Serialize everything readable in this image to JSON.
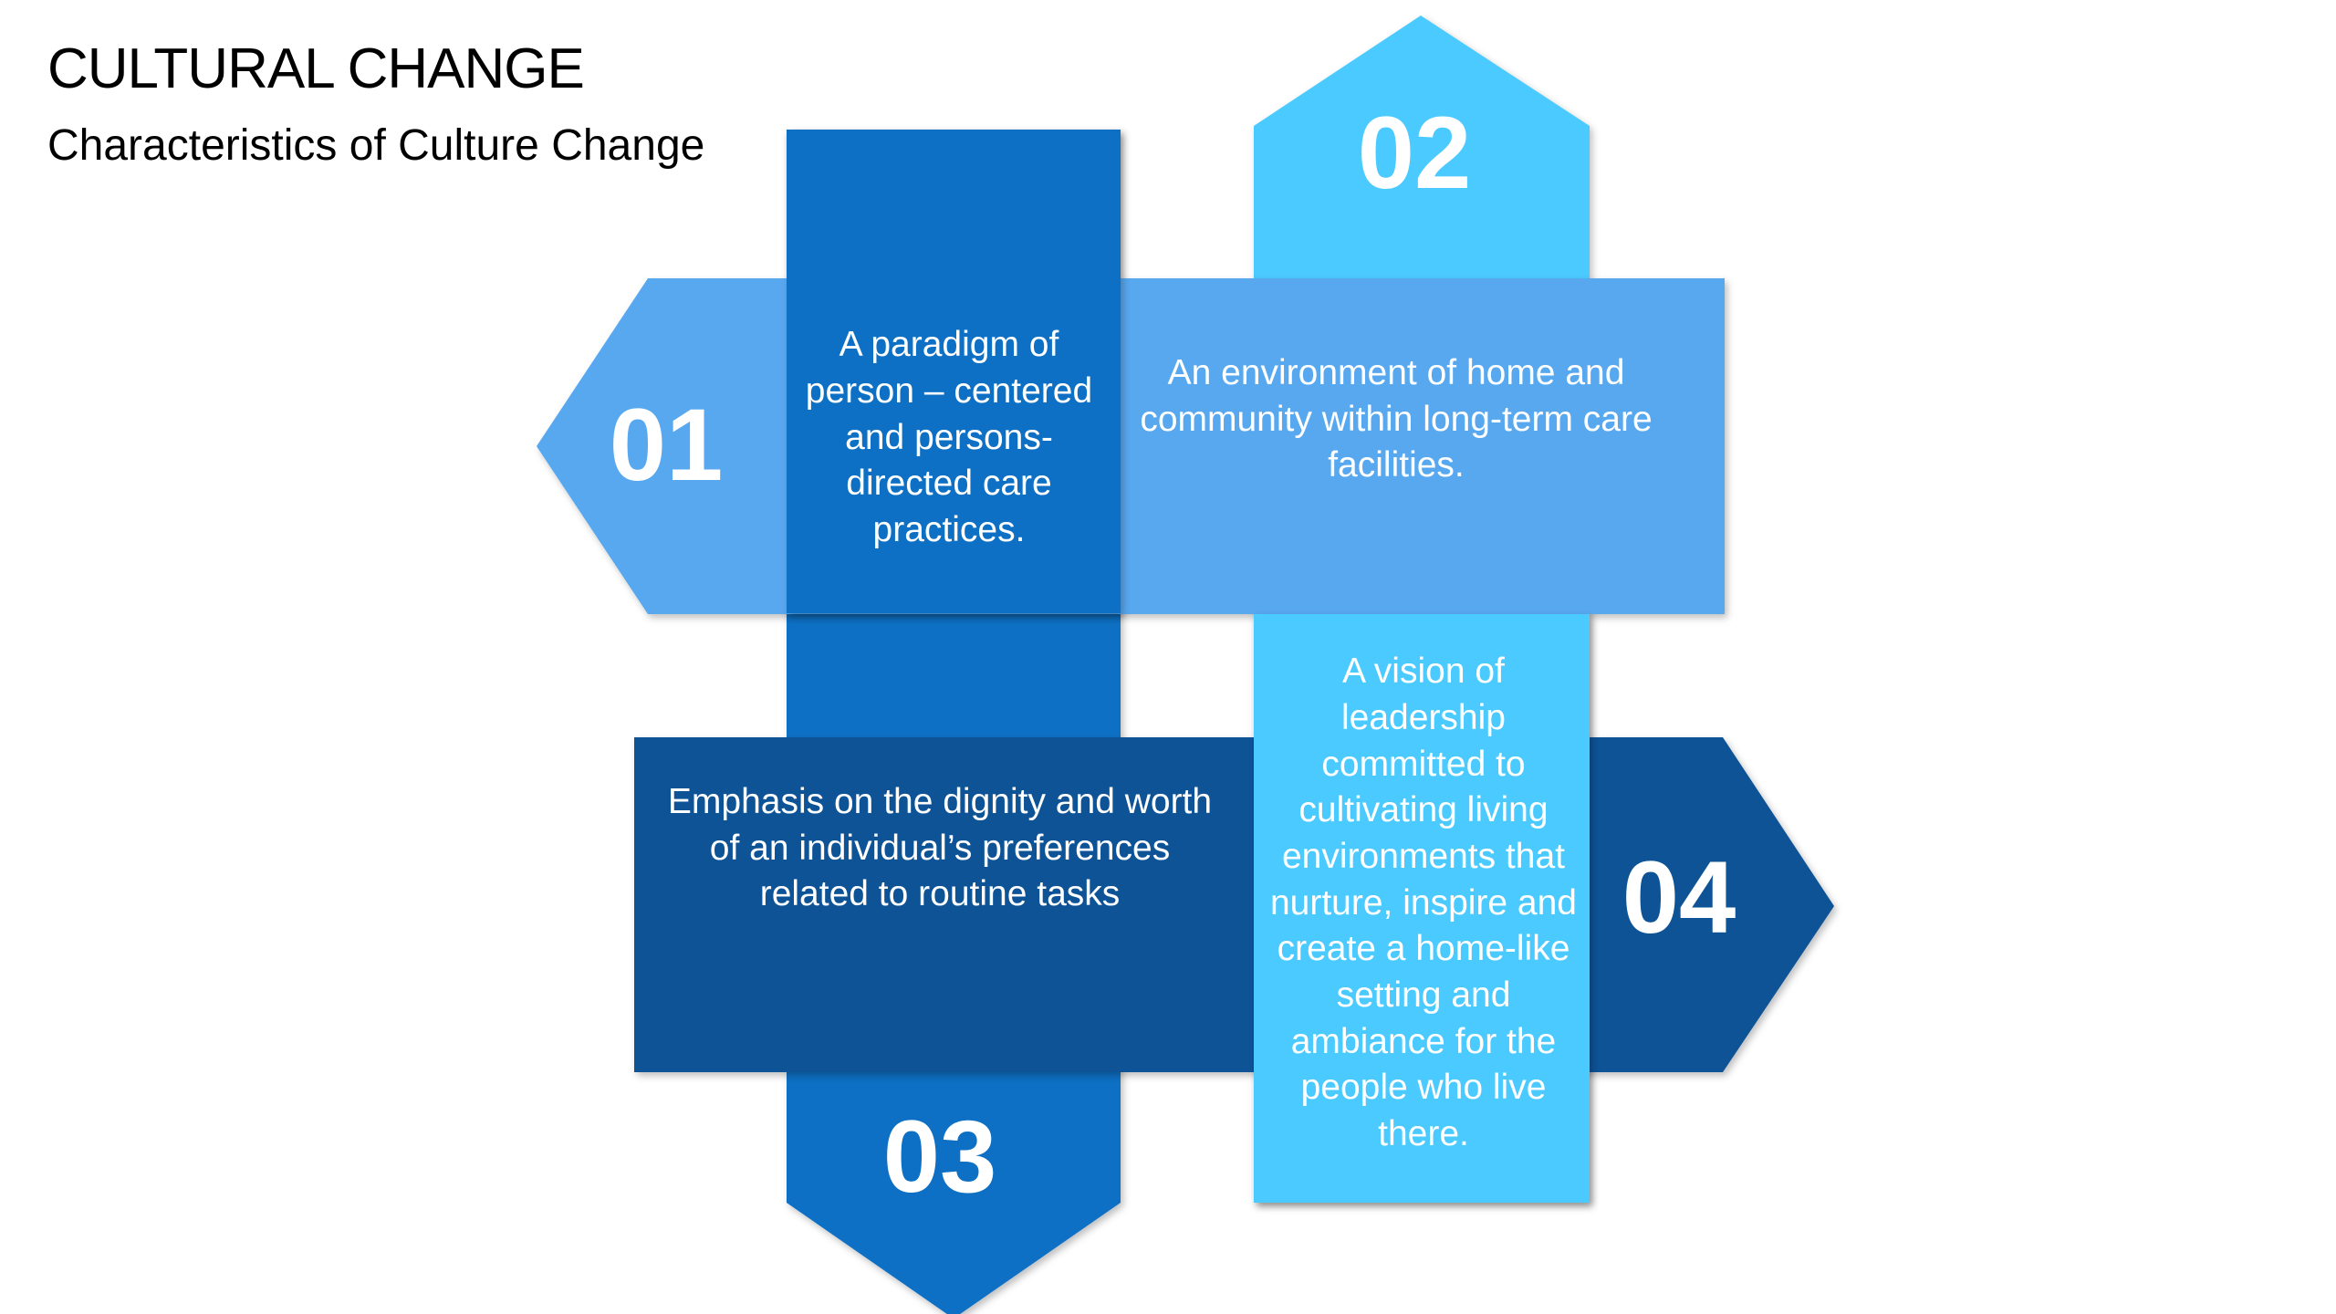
{
  "header": {
    "title": "CULTURAL CHANGE",
    "subtitle": "Characteristics of Culture Change"
  },
  "colors": {
    "dark_blue": "#0e5296",
    "mid_blue": "#116fc4",
    "light_blue": "#58a8f0",
    "cyan": "#4ccaff"
  },
  "items": [
    {
      "number": "01",
      "text": "A paradigm of person – centered  and persons- directed care practices."
    },
    {
      "number": "02",
      "text": "An environment of home and community within long-term care facilities."
    },
    {
      "number": "03",
      "text": "Emphasis on the dignity and worth of an individual’s preferences related to routine tasks"
    },
    {
      "number": "04",
      "text": "A vision of leadership committed to cultivating living environments that nurture, inspire and create a home-like setting and ambiance for the people who live there."
    }
  ]
}
